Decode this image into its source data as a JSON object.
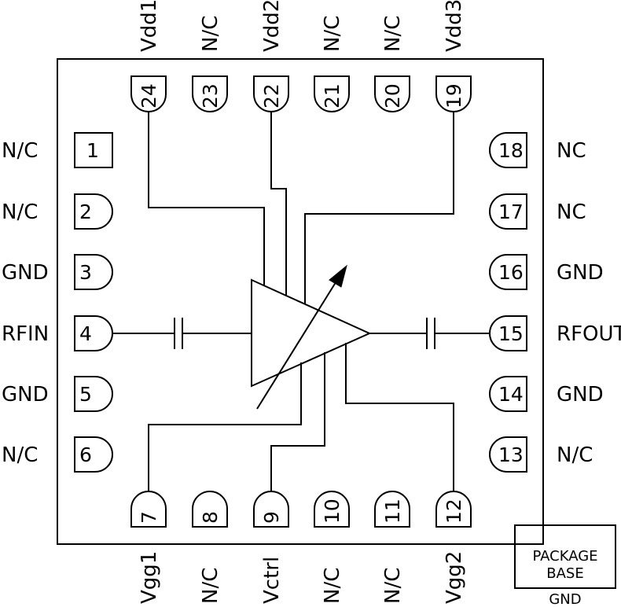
{
  "pins": {
    "p1": {
      "num": "1",
      "label": "N/C"
    },
    "p2": {
      "num": "2",
      "label": "N/C"
    },
    "p3": {
      "num": "3",
      "label": "GND"
    },
    "p4": {
      "num": "4",
      "label": "RFIN"
    },
    "p5": {
      "num": "5",
      "label": "GND"
    },
    "p6": {
      "num": "6",
      "label": "N/C"
    },
    "p7": {
      "num": "7",
      "label": "Vgg1"
    },
    "p8": {
      "num": "8",
      "label": "N/C"
    },
    "p9": {
      "num": "9",
      "label": "Vctrl"
    },
    "p10": {
      "num": "10",
      "label": "N/C"
    },
    "p11": {
      "num": "11",
      "label": "N/C"
    },
    "p12": {
      "num": "12",
      "label": "Vgg2"
    },
    "p13": {
      "num": "13",
      "label": "N/C"
    },
    "p14": {
      "num": "14",
      "label": "GND"
    },
    "p15": {
      "num": "15",
      "label": "RFOUT"
    },
    "p16": {
      "num": "16",
      "label": "GND"
    },
    "p17": {
      "num": "17",
      "label": "NC"
    },
    "p18": {
      "num": "18",
      "label": "NC"
    },
    "p19": {
      "num": "19",
      "label": "Vdd3"
    },
    "p20": {
      "num": "20",
      "label": "N/C"
    },
    "p21": {
      "num": "21",
      "label": "N/C"
    },
    "p22": {
      "num": "22",
      "label": "Vdd2"
    },
    "p23": {
      "num": "23",
      "label": "N/C"
    },
    "p24": {
      "num": "24",
      "label": "Vdd1"
    }
  },
  "package": {
    "line1": "PACKAGE",
    "line2": "BASE",
    "gnd": "GND"
  }
}
